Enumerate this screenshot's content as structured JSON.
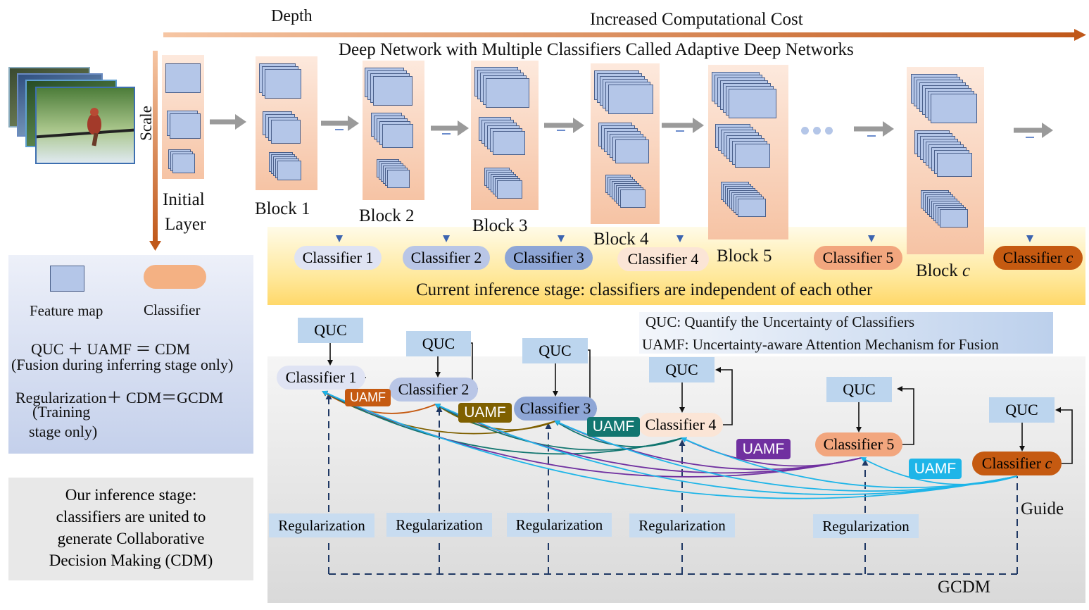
{
  "header": {
    "depth_label": "Depth",
    "cost_label": "Increased Computational Cost",
    "network_title": "Deep Network with Multiple Classifiers Called Adaptive Deep Networks",
    "scale_label": "Scale"
  },
  "blocks": {
    "initial_line1": "Initial",
    "initial_line2": "Layer",
    "b1": "Block 1",
    "b2": "Block 2",
    "b3": "Block 3",
    "b4": "Block 4",
    "b5": "Block 5",
    "bc_prefix": "Block ",
    "bc_var": "c"
  },
  "classifiers": {
    "c1": "Classifier 1",
    "c2": "Classifier 2",
    "c3": "Classifier 3",
    "c4": "Classifier 4",
    "c5": "Classifier 5",
    "cc_prefix": "Classifier ",
    "cc_var": "c"
  },
  "current_stage_text": "Current inference stage: classifiers are independent of each other",
  "legend": {
    "feature_map": "Feature map",
    "classifier": "Classifier",
    "eq1": "QUC ＋ UAMF ＝ CDM",
    "eq1_note": "(Fusion during inferring stage only)",
    "eq2": "Regularization＋ CDM＝GCDM",
    "eq2_note1": "(Training",
    "eq2_note2": "stage only)"
  },
  "our_stage": {
    "line1": "Our  inference stage:",
    "line2": "classifiers are united to",
    "line3": "generate Collaborative",
    "line4": "Decision Making (CDM)"
  },
  "definitions": {
    "quc": "QUC: Quantify the Uncertainty of Classifiers",
    "uamf": "UAMF: Uncertainty-aware Attention Mechanism for Fusion"
  },
  "gcdm": {
    "quc": "QUC",
    "uamf": "UAMF",
    "regularization": "Regularization",
    "guide": "Guide",
    "gcdm": "GCDM"
  },
  "colors": {
    "c1": "#dfe3f3",
    "c2": "#b9c6e6",
    "c3": "#8ea6d6",
    "c4": "#fbe5d6",
    "c5": "#f2a67e",
    "cc": "#c55a11",
    "uamf1": "#c55a11",
    "uamf2": "#7f6000",
    "uamf3": "#127670",
    "uamf4": "#7030a0",
    "uamf5": "#1eb5e8"
  }
}
